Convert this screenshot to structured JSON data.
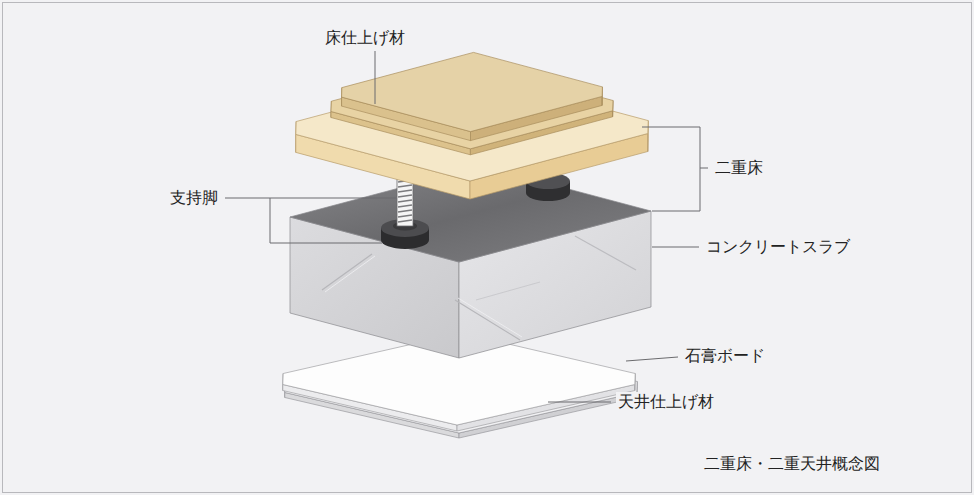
{
  "diagram": {
    "caption": "二重床・二重天井概念図",
    "labels": [
      "床仕上げ材",
      "二重床",
      "支持脚",
      "コンクリートスラブ",
      "石膏ボード",
      "天井仕上げ材"
    ]
  }
}
